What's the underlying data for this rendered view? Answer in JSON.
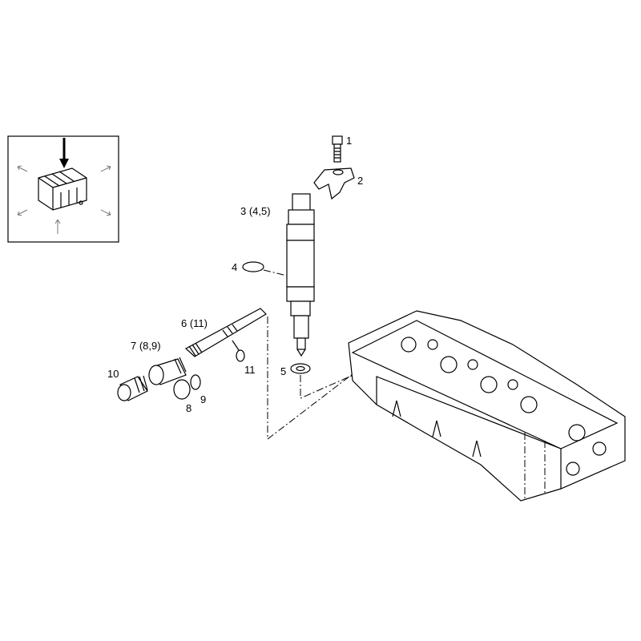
{
  "diagram": {
    "type": "exploded parts view",
    "callouts": [
      {
        "id": "1",
        "label": "1"
      },
      {
        "id": "2",
        "label": "2"
      },
      {
        "id": "3",
        "label": "3 (4,5)"
      },
      {
        "id": "4",
        "label": "4"
      },
      {
        "id": "5",
        "label": "5"
      },
      {
        "id": "6",
        "label": "6 (11)"
      },
      {
        "id": "7",
        "label": "7 (8,9)"
      },
      {
        "id": "8",
        "label": "8"
      },
      {
        "id": "9",
        "label": "9"
      },
      {
        "id": "10",
        "label": "10"
      },
      {
        "id": "11",
        "label": "11"
      }
    ]
  }
}
